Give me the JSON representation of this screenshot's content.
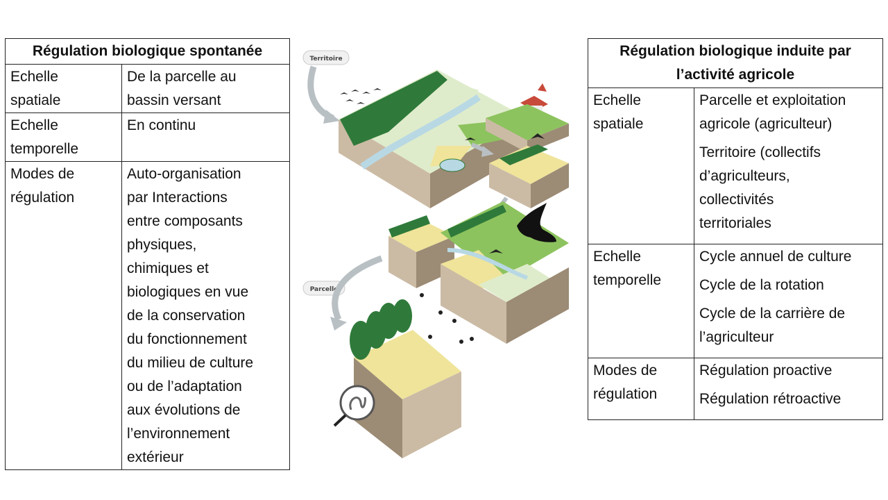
{
  "left_table": {
    "title": "Régulation biologique spontanée",
    "rows": [
      {
        "label": [
          "Echelle",
          "spatiale"
        ],
        "value": [
          "De la parcelle au",
          "bassin versant"
        ]
      },
      {
        "label": [
          "Echelle",
          "temporelle"
        ],
        "value": [
          "En continu"
        ]
      },
      {
        "label": [
          "Modes de",
          "régulation"
        ],
        "value": [
          "Auto-organisation",
          "par Interactions",
          "entre composants",
          "physiques,",
          "chimiques et",
          "biologiques en vue",
          "de la conservation",
          "du fonctionnement",
          "du milieu de culture",
          "ou de l’adaptation",
          "aux évolutions de",
          "l’environnement",
          "extérieur"
        ]
      }
    ]
  },
  "right_table": {
    "title": [
      "Régulation biologique induite par",
      "l’activité agricole"
    ],
    "rows": [
      {
        "label": [
          "Echelle",
          "spatiale"
        ],
        "values": [
          [
            "Parcelle et exploitation",
            "agricole (agriculteur)"
          ],
          [
            "Territoire (collectifs",
            "d’agriculteurs,",
            "collectivités",
            "territoriales"
          ]
        ]
      },
      {
        "label": [
          "Echelle",
          "temporelle"
        ],
        "values": [
          [
            "Cycle annuel de culture"
          ],
          [
            "Cycle de la rotation"
          ],
          [
            "Cycle de la carrière de",
            "l’agriculteur"
          ]
        ]
      },
      {
        "label": [
          "Modes de",
          "régulation"
        ],
        "values": [
          [
            "Régulation proactive"
          ],
          [
            "Régulation rétroactive"
          ]
        ]
      }
    ]
  },
  "illustration": {
    "tag_territoire": "Territoire",
    "tag_parcelle": "Parcelle",
    "colors": {
      "soil": "#cbbba5",
      "soil_dark": "#9c8b75",
      "forest": "#2f7a3a",
      "field_green": "#8dc35e",
      "field_yellow": "#efe49a",
      "meadow": "#dfeccb",
      "river": "#b8d8e4",
      "arrow": "#b9c0c4",
      "roof": "#c84a3a"
    }
  }
}
